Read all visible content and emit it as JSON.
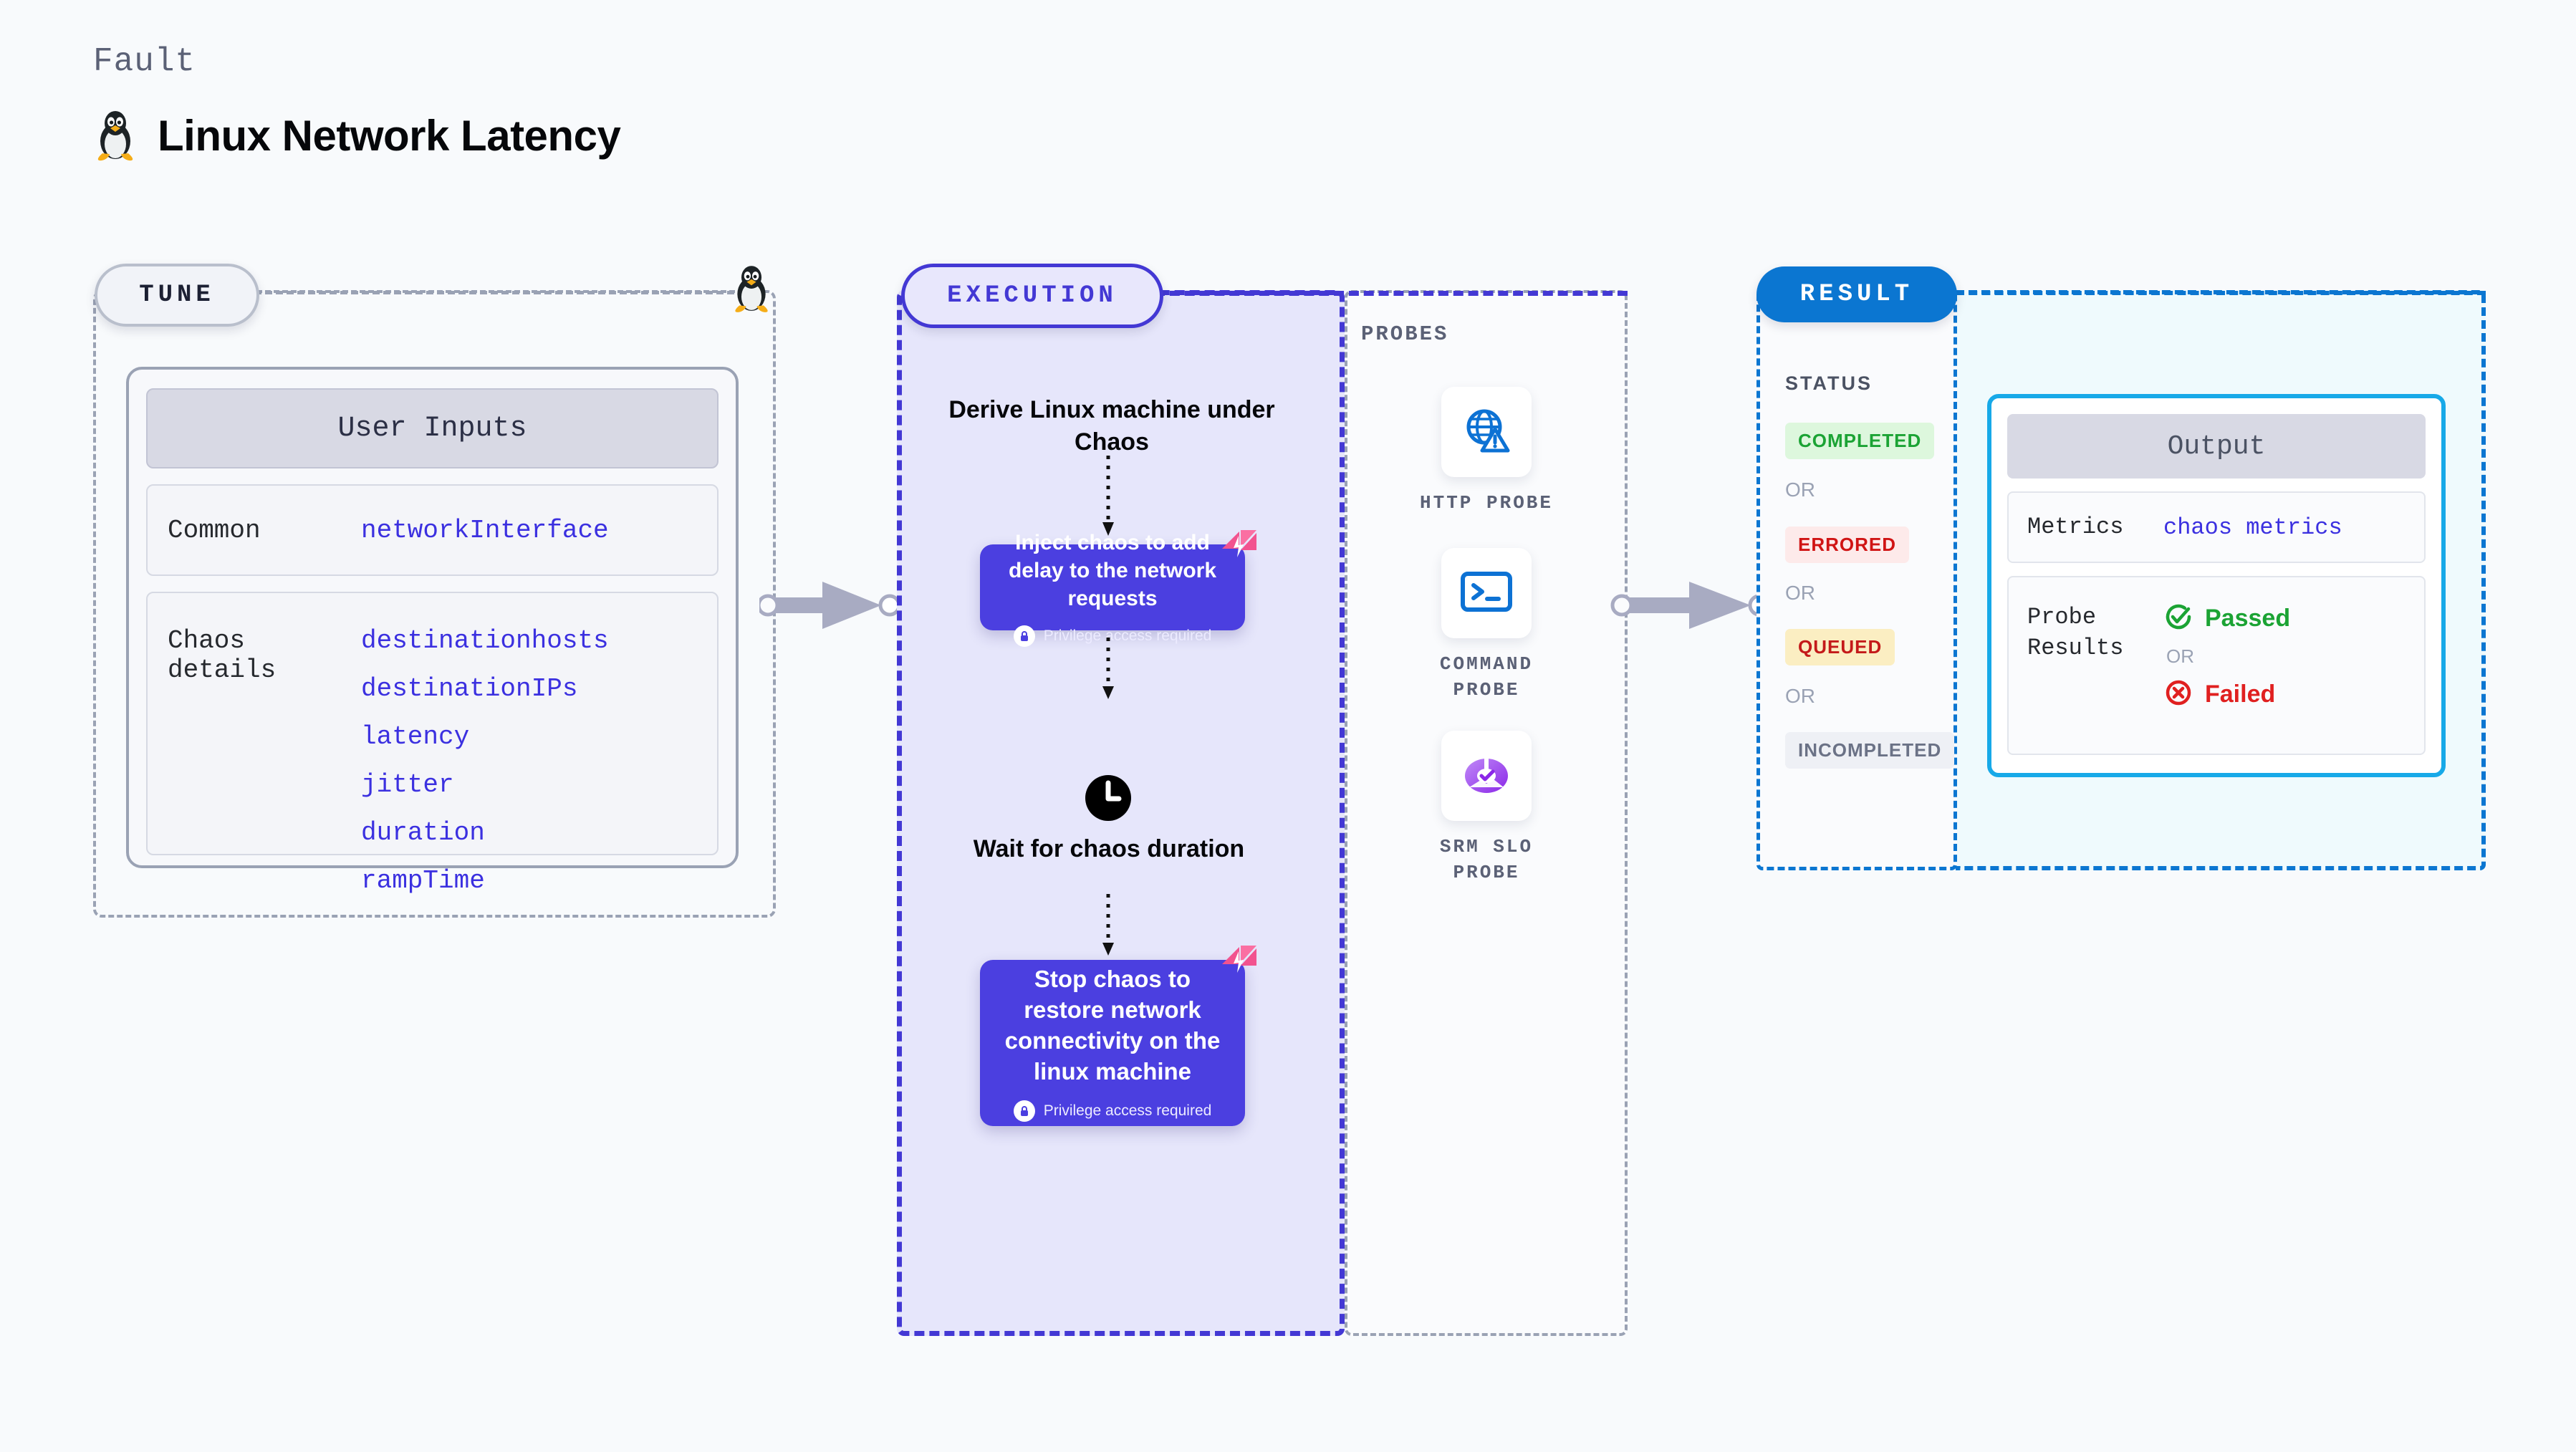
{
  "header": {
    "eyebrow": "Fault",
    "title": "Linux Network Latency",
    "icon": "linux-tux-icon"
  },
  "tune": {
    "pill_label": "TUNE",
    "edge_icon": "linux-tux-icon",
    "card_title": "User Inputs",
    "rows": [
      {
        "key": "Common",
        "values": [
          "networkInterface"
        ]
      },
      {
        "key": "Chaos details",
        "values": [
          "destinationhosts",
          "destinationIPs",
          "latency",
          "jitter",
          "duration",
          "rampTime"
        ]
      }
    ]
  },
  "execution": {
    "pill_label": "EXECUTION",
    "steps": [
      {
        "type": "label",
        "text": "Derive Linux machine under Chaos"
      },
      {
        "type": "node",
        "text": "Inject chaos to add delay to the network requests",
        "privilege": "Privilege access required",
        "badge": "chaos-flag-icon"
      },
      {
        "type": "label",
        "text": "Wait for chaos duration",
        "icon": "clock-icon"
      },
      {
        "type": "node",
        "text": "Stop chaos to restore network connectivity on the linux machine",
        "privilege": "Privilege access required",
        "badge": "chaos-flag-icon"
      }
    ]
  },
  "probes": {
    "title": "PROBES",
    "items": [
      {
        "label": "HTTP PROBE",
        "icon": "globe-warning-icon"
      },
      {
        "label": "COMMAND PROBE",
        "icon": "terminal-icon"
      },
      {
        "label": "SRM SLO PROBE",
        "icon": "slo-donut-check-icon"
      }
    ]
  },
  "result": {
    "pill_label": "RESULT",
    "status_title": "STATUS",
    "or_label": "OR",
    "statuses": [
      {
        "label": "COMPLETED",
        "color": "#1ba334",
        "bg": "#ddf7dd"
      },
      {
        "label": "ERRORED",
        "color": "#d01414",
        "bg": "#fdeaea"
      },
      {
        "label": "QUEUED",
        "color": "#c41a1a",
        "bg": "#fbeec2"
      },
      {
        "label": "INCOMPLETED",
        "color": "#6b7286",
        "bg": "#eef0f5"
      }
    ],
    "output": {
      "title": "Output",
      "metrics_key": "Metrics",
      "metrics_value": "chaos metrics",
      "probe_results_key": "Probe Results",
      "passed_label": "Passed",
      "failed_label": "Failed",
      "or_label": "OR"
    }
  },
  "colors": {
    "accent_indigo": "#4338d4",
    "node_purple": "#4b3fe0",
    "result_blue": "#0b76d1",
    "output_cyan": "#17a9e8",
    "mono_value": "#3b30e0",
    "flag_pink": "#f2538f"
  }
}
